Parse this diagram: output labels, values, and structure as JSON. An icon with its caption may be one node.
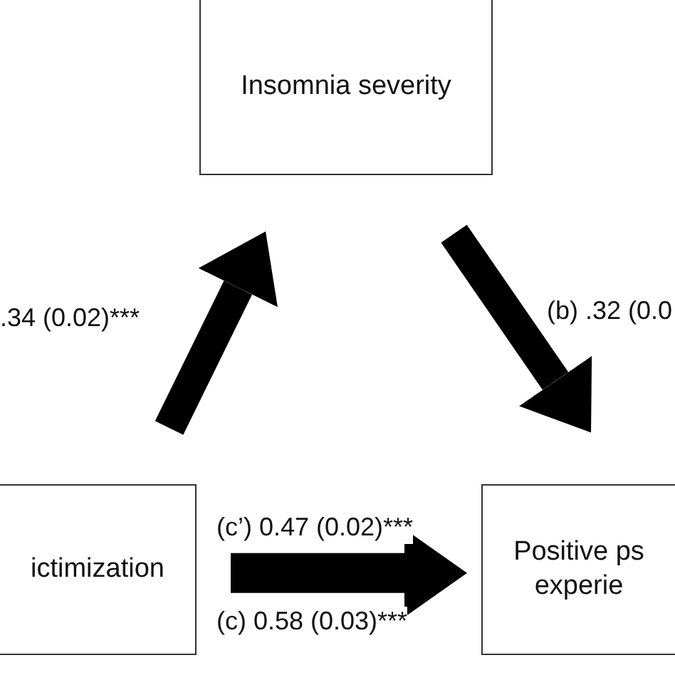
{
  "diagram": {
    "nodes": [
      {
        "text": [
          "Insomnia severity"
        ]
      },
      {
        "text": [
          "ictimization"
        ]
      },
      {
        "text": [
          "Positive ps experie"
        ]
      }
    ],
    "edges": [
      {
        "from": 1,
        "to": 0,
        "arrow": "to",
        "label": ".34 (0.02)***"
      },
      {
        "from": 0,
        "to": 2,
        "arrow": "to",
        "label": "(b) .32 (0.0"
      },
      {
        "from": 1,
        "to": 2,
        "arrow": "to",
        "label": "(c’) 0.47 (0.02)***"
      }
    ],
    "labels": [
      "(c) 0.58 (0.03)***"
    ]
  }
}
